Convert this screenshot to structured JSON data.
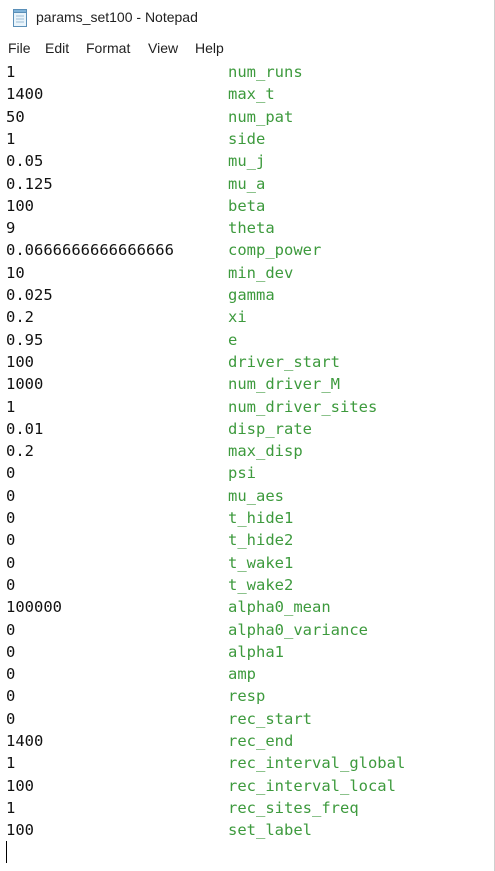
{
  "window": {
    "title": "params_set100 - Notepad"
  },
  "icons": {
    "app": "notepad-icon"
  },
  "colors": {
    "value_text": "#111111",
    "name_text": "#3d9a3d"
  },
  "menu": [
    {
      "label": "File"
    },
    {
      "label": "Edit"
    },
    {
      "label": "Format"
    },
    {
      "label": "View"
    },
    {
      "label": "Help"
    }
  ],
  "lines": [
    {
      "value": "1",
      "name": "num_runs"
    },
    {
      "value": "1400",
      "name": "max_t"
    },
    {
      "value": "50",
      "name": "num_pat"
    },
    {
      "value": "1",
      "name": "side"
    },
    {
      "value": "0.05",
      "name": "mu_j"
    },
    {
      "value": "0.125",
      "name": "mu_a"
    },
    {
      "value": "100",
      "name": "beta"
    },
    {
      "value": "9",
      "name": "theta"
    },
    {
      "value": "0.0666666666666666",
      "name": "comp_power"
    },
    {
      "value": "10",
      "name": "min_dev"
    },
    {
      "value": "0.025",
      "name": "gamma"
    },
    {
      "value": "0.2",
      "name": "xi"
    },
    {
      "value": "0.95",
      "name": "e"
    },
    {
      "value": "100",
      "name": "driver_start"
    },
    {
      "value": "1000",
      "name": "num_driver_M"
    },
    {
      "value": "1",
      "name": "num_driver_sites"
    },
    {
      "value": "0.01",
      "name": "disp_rate"
    },
    {
      "value": "0.2",
      "name": "max_disp"
    },
    {
      "value": "0",
      "name": "psi"
    },
    {
      "value": "0",
      "name": "mu_aes"
    },
    {
      "value": "0",
      "name": "t_hide1"
    },
    {
      "value": "0",
      "name": "t_hide2"
    },
    {
      "value": "0",
      "name": "t_wake1"
    },
    {
      "value": "0",
      "name": "t_wake2"
    },
    {
      "value": "100000",
      "name": "alpha0_mean"
    },
    {
      "value": "0",
      "name": "alpha0_variance"
    },
    {
      "value": "0",
      "name": "alpha1"
    },
    {
      "value": "0",
      "name": "amp"
    },
    {
      "value": "0",
      "name": "resp"
    },
    {
      "value": "0",
      "name": "rec_start"
    },
    {
      "value": "1400",
      "name": "rec_end"
    },
    {
      "value": "1",
      "name": "rec_interval_global"
    },
    {
      "value": "100",
      "name": "rec_interval_local"
    },
    {
      "value": "1",
      "name": "rec_sites_freq"
    },
    {
      "value": "100",
      "name": "set_label"
    }
  ]
}
